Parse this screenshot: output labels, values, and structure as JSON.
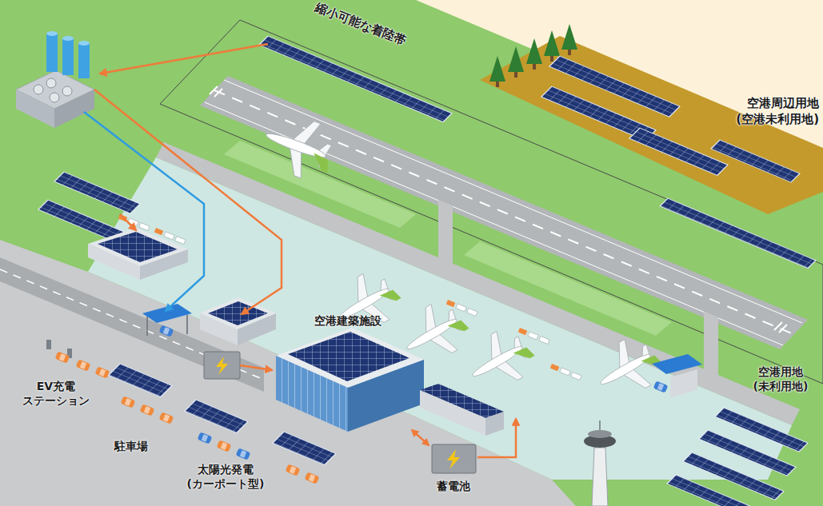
{
  "diagram": {
    "nodes": [
      {
        "text": [
          "空港建築施設"
        ]
      },
      {
        "text": [
          "蓄電池"
        ]
      }
    ],
    "edges": [
      {
        "from": 1,
        "to": 0,
        "arrow": "both"
      }
    ],
    "labels": [
      "縮小可能な着陸帯",
      "空港周辺用地 (空港未利用地)",
      "空港用地 (未利用地)",
      "EV充電 ステーション",
      "駐車場",
      "太陽光発電 (カーポート型)"
    ]
  }
}
